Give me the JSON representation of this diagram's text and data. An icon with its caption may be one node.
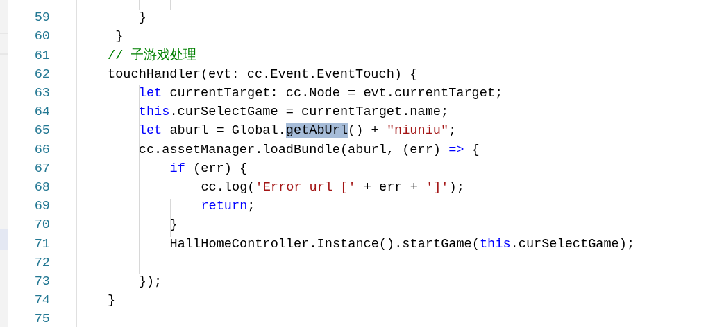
{
  "diagram": {
    "labels": [
      "59",
      "}",
      "60",
      "}",
      "61",
      "// 子游戏处理",
      "62",
      "touchHandler(evt: cc.Event.EventTouch) {",
      "63",
      "let currentTarget: cc.Node = evt.currentTarget;",
      "64",
      "this.curSelectGame = currentTarget.name;",
      "65",
      "let aburl = Global.getAbUrl() + \"niuniu\";",
      "66",
      "cc.assetManager.loadBundle(aburl, (err) => {",
      "67",
      "if (err) {",
      "68",
      "cc.log('Error url [' + err + ']');",
      "69",
      "return;",
      "70",
      "}",
      "71",
      "HallHomeController.Instance().startGame(this.curSelectGame);",
      "72",
      "73",
      "});",
      "74",
      "}",
      "75"
    ]
  }
}
